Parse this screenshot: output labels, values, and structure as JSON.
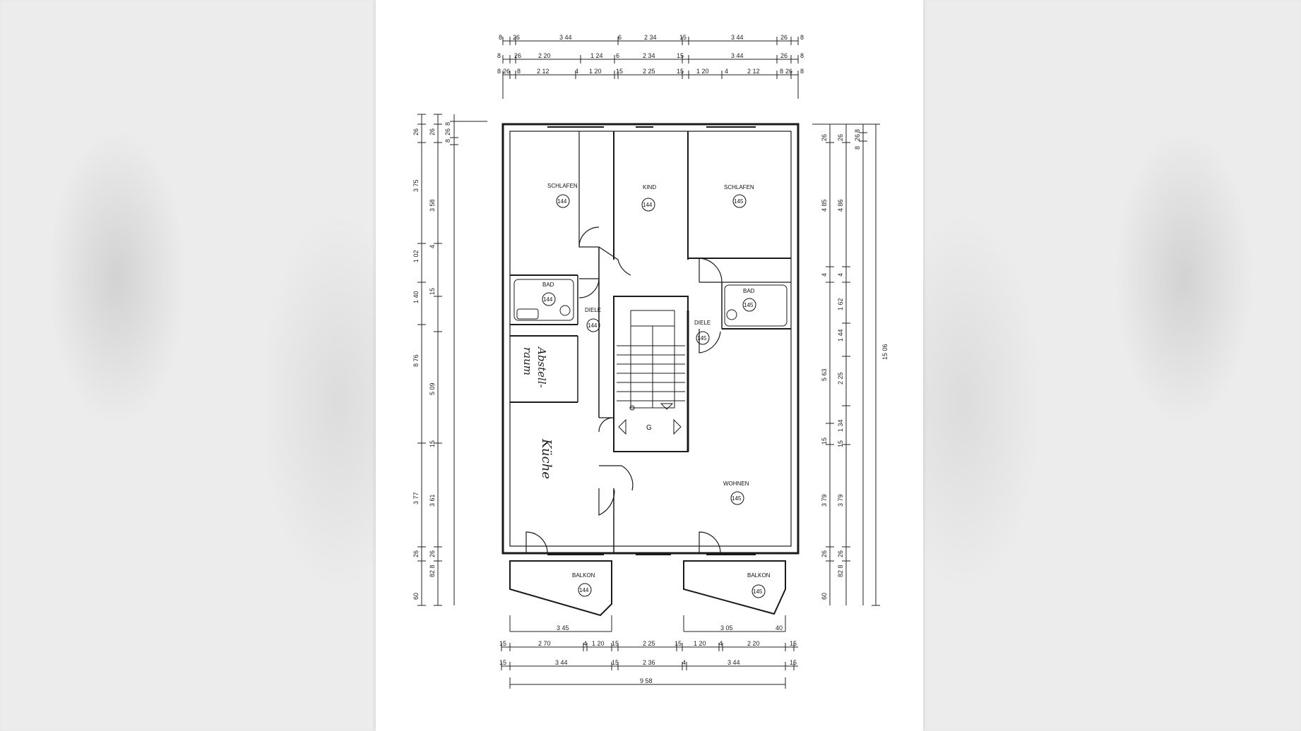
{
  "dims": {
    "top_row1": [
      "8",
      "26",
      "3 44",
      "6",
      "2 34",
      "15",
      "3 44",
      "26",
      "8"
    ],
    "top_row2": [
      "8",
      "26",
      "2 20",
      "1 24",
      "6",
      "2 34",
      "15",
      "3 44",
      "26",
      "8"
    ],
    "top_row3": [
      "8",
      "26",
      "8",
      "2 12",
      "4",
      "1 20",
      "15",
      "2 25",
      "15",
      "1 20",
      "4",
      "2 12",
      "8",
      "26",
      "8"
    ],
    "bottom_row1": [
      "3 45",
      "3 05",
      "40"
    ],
    "bottom_row2": [
      "15",
      "2 70",
      "4",
      "1 20",
      "15",
      "2 25",
      "15",
      "1 20",
      "4",
      "2 20",
      "15"
    ],
    "bottom_row3": [
      "15",
      "3 44",
      "15",
      "2 36",
      "4",
      "3 44",
      "15"
    ],
    "bottom_total": "9 58",
    "left_outer": [
      "26",
      "3 75",
      "1 02",
      "1 40",
      "8 76",
      "3 77",
      "26",
      "60"
    ],
    "left_inner": [
      "26",
      "3 58",
      "4",
      "15",
      "5 09",
      "15",
      "3 61",
      "26",
      "82 8"
    ],
    "left_narrow": [
      "8",
      "26",
      "8"
    ],
    "right_inner": [
      "26",
      "4 86",
      "4",
      "1 62",
      "1 44",
      "2 25",
      "1 34",
      "15",
      "3 79",
      "26",
      "82 8"
    ],
    "right_outer": [
      "26",
      "4 85",
      "4",
      "5 63",
      "15",
      "3 79",
      "26",
      "60"
    ],
    "right_narrow": [
      "8",
      "26",
      "8"
    ],
    "right_total": "15 06"
  },
  "rooms": [
    {
      "id": "schlafen-left",
      "label": "SCHLAFEN",
      "num": "144"
    },
    {
      "id": "kind",
      "label": "KIND",
      "num": "144"
    },
    {
      "id": "schlafen-right",
      "label": "SCHLAFEN",
      "num": "145"
    },
    {
      "id": "bad-left",
      "label": "BAD",
      "num": "144"
    },
    {
      "id": "diele-left",
      "label": "DIELE",
      "num": "144"
    },
    {
      "id": "bad-right",
      "label": "BAD",
      "num": "145"
    },
    {
      "id": "diele-right",
      "label": "DIELE",
      "num": "145"
    },
    {
      "id": "wohnen",
      "label": "WOHNEN",
      "num": "145"
    },
    {
      "id": "balkon-left",
      "label": "BALKON",
      "num": "144"
    },
    {
      "id": "balkon-right",
      "label": "BALKON",
      "num": "145"
    }
  ],
  "handwritten": {
    "abstell_1": "Abstell-",
    "abstell_2": "raum",
    "kueche": "Küche"
  },
  "stair_label": "G",
  "colors": {
    "ink": "#1a1a1a",
    "paper": "#ffffff"
  }
}
